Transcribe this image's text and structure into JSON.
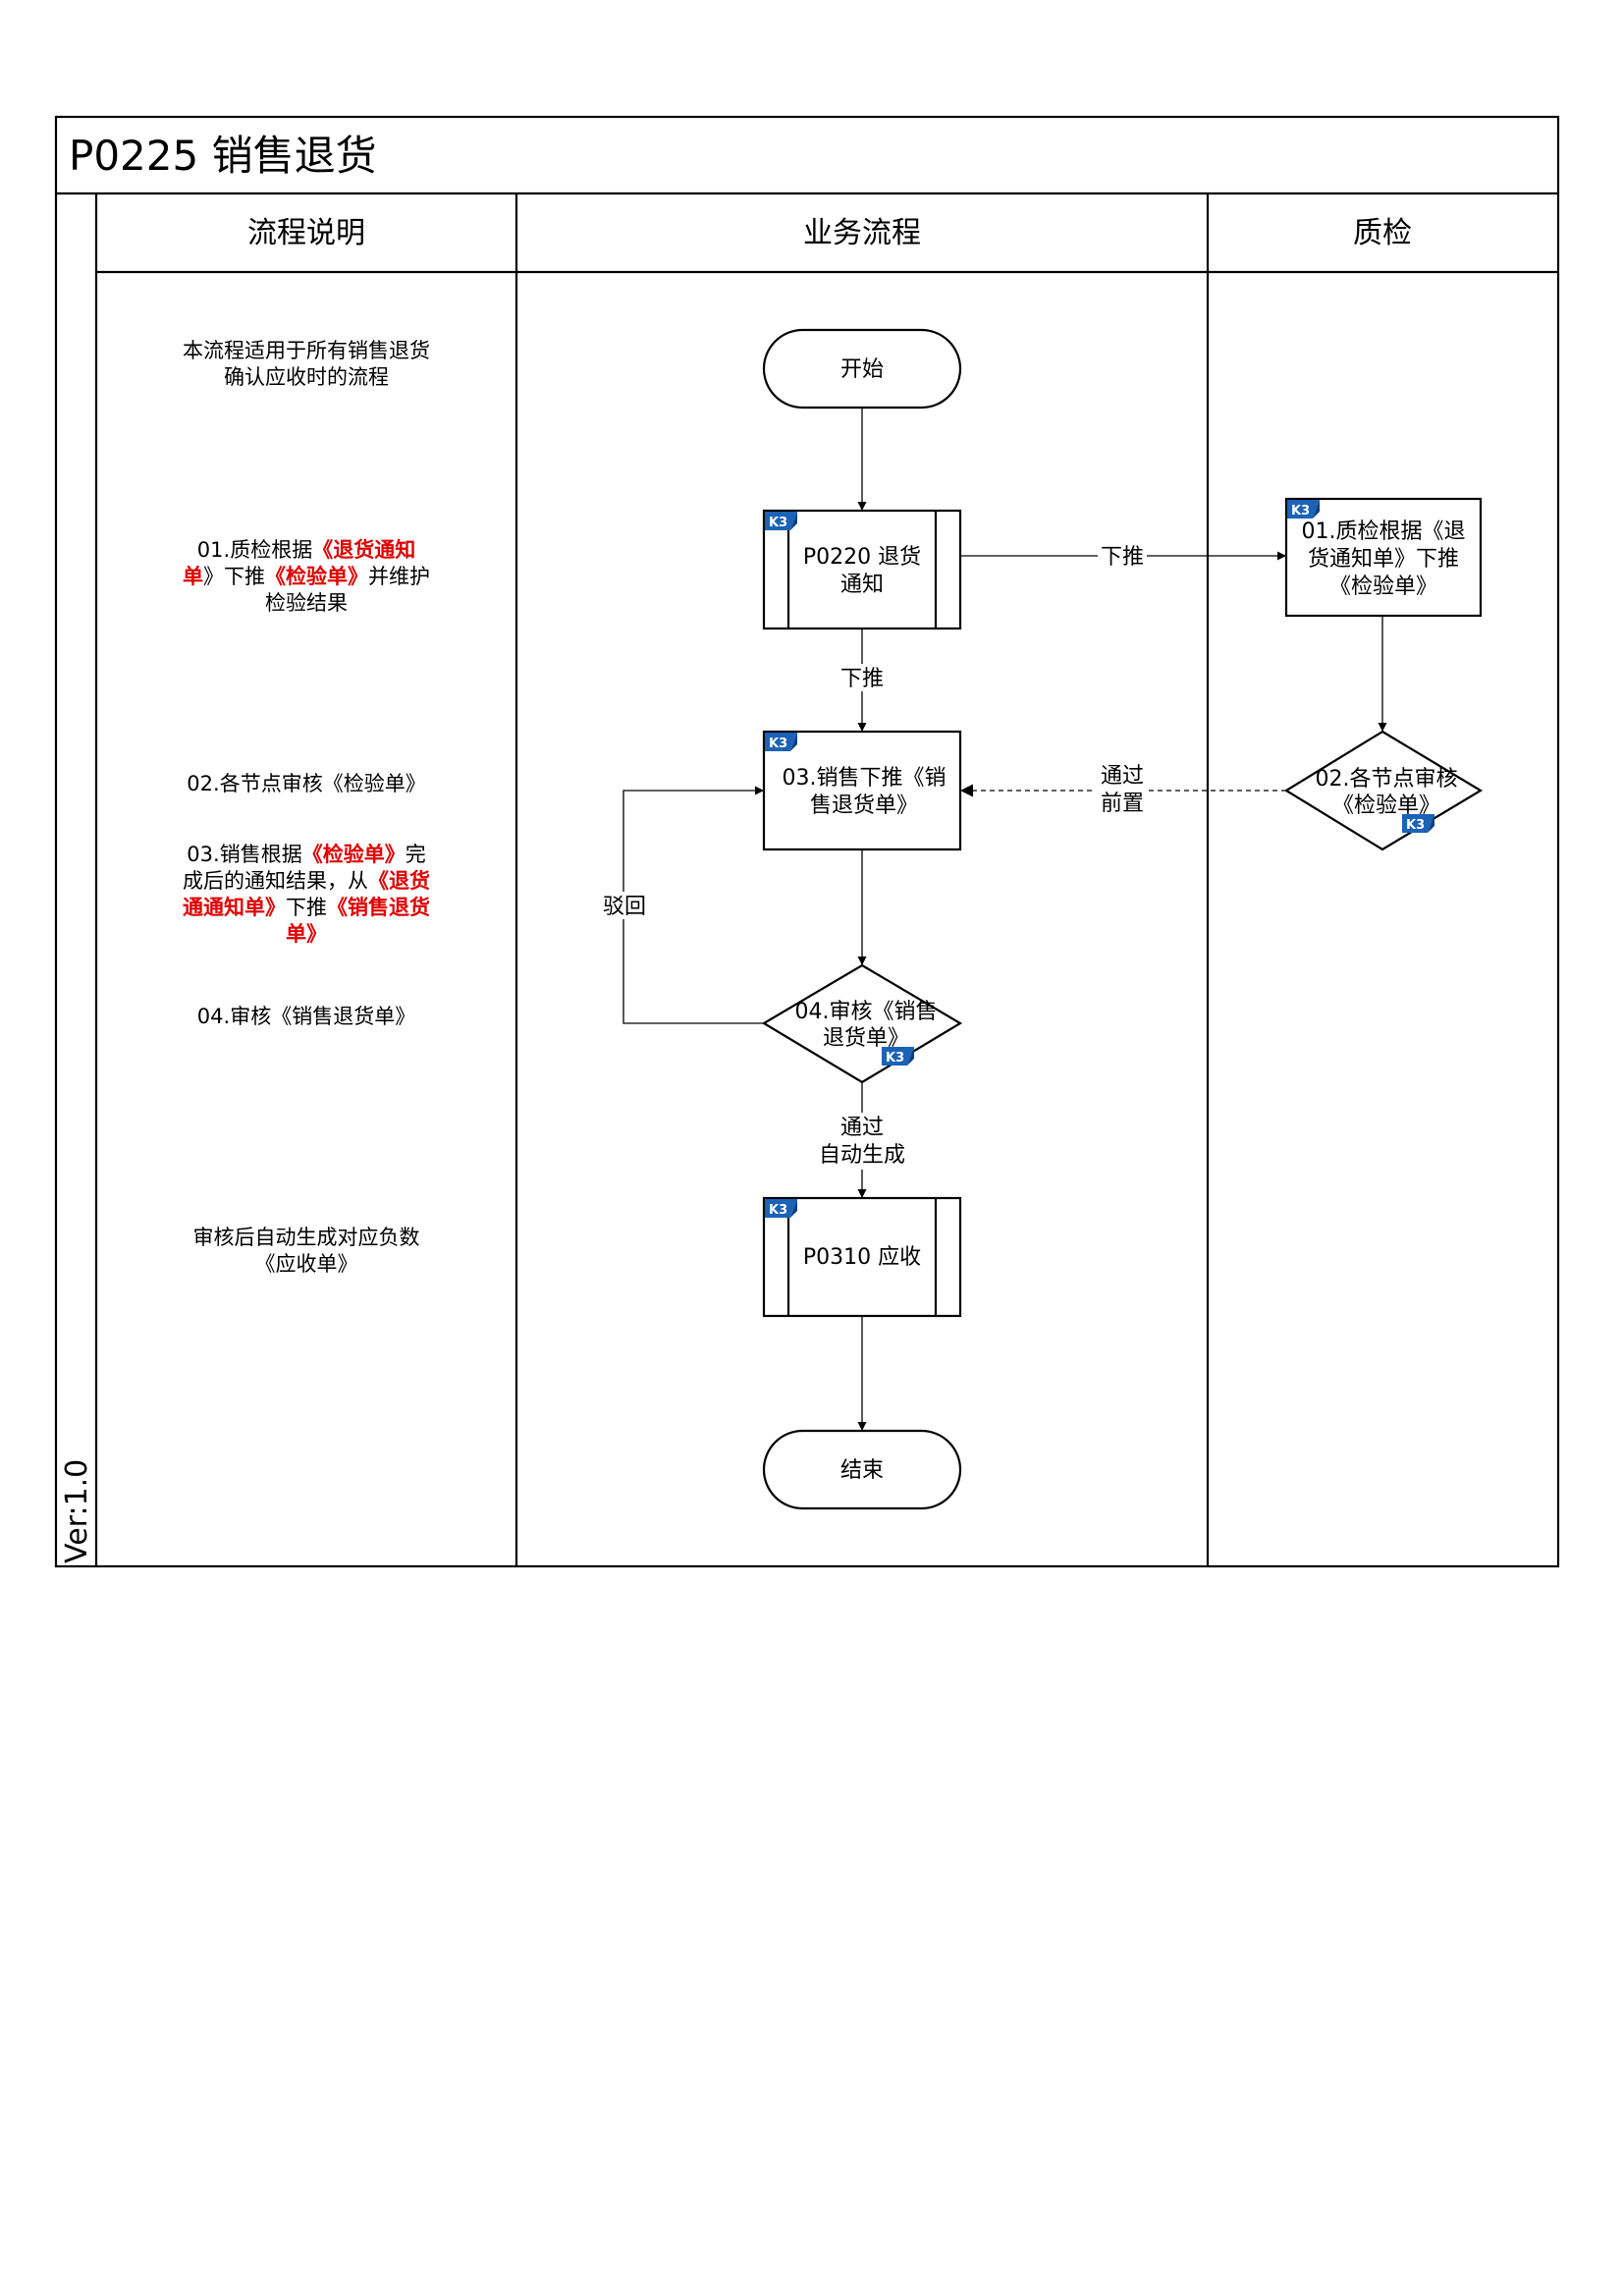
{
  "title": "P0225 销售退货",
  "version": "Ver:1.0",
  "columns": {
    "description": "流程说明",
    "process": "业务流程",
    "qc": "质检"
  },
  "descriptions": [
    {
      "lines": [
        [
          {
            "t": "本流程适用于所有销售退货"
          }
        ],
        [
          {
            "t": "确认应收时的流程"
          }
        ]
      ]
    },
    {
      "lines": [
        [
          {
            "t": "01.质检根据"
          },
          {
            "t": "《退货通知",
            "red": true
          }
        ],
        [
          {
            "t": "单",
            "red": true
          },
          {
            "t": "》下推"
          },
          {
            "t": "《检验单》",
            "red": true
          },
          {
            "t": "并维护"
          }
        ],
        [
          {
            "t": "检验结果"
          }
        ]
      ]
    },
    {
      "lines": [
        [
          {
            "t": "02.各节点审核《检验单》"
          }
        ]
      ]
    },
    {
      "lines": [
        [
          {
            "t": "03.销售根据"
          },
          {
            "t": "《检验单》",
            "red": true
          },
          {
            "t": "完"
          }
        ],
        [
          {
            "t": "成后的通知结果，从"
          },
          {
            "t": "《退货",
            "red": true
          }
        ],
        [
          {
            "t": "通通知单》",
            "red": true
          },
          {
            "t": "下推"
          },
          {
            "t": "《销售退货",
            "red": true
          }
        ],
        [
          {
            "t": "单》",
            "red": true
          }
        ]
      ]
    },
    {
      "lines": [
        [
          {
            "t": "04.审核《销售退货单》"
          }
        ]
      ]
    },
    {
      "lines": [
        [
          {
            "t": "审核后自动生成对应负数"
          }
        ],
        [
          {
            "t": "《应收单》"
          }
        ]
      ]
    }
  ],
  "nodes": {
    "start": "开始",
    "notice": [
      "P0220 退货",
      "通知"
    ],
    "qc_push": [
      "01.质检根据《退",
      "货通知单》下推",
      "《检验单》"
    ],
    "qc_audit": [
      "02.各节点审核",
      "《检验单》"
    ],
    "sales_push": [
      "03.销售下推《销",
      "售退货单》"
    ],
    "sales_audit": [
      "04.审核《销售",
      "退货单》"
    ],
    "receivable": "P0310 应收",
    "end": "结束"
  },
  "edge_labels": {
    "push_right": "下推",
    "push_down": "下推",
    "pass_pre": [
      "通过",
      "前置"
    ],
    "reject": "驳回",
    "pass_auto": [
      "通过",
      "自动生成"
    ]
  },
  "badge": "K3"
}
